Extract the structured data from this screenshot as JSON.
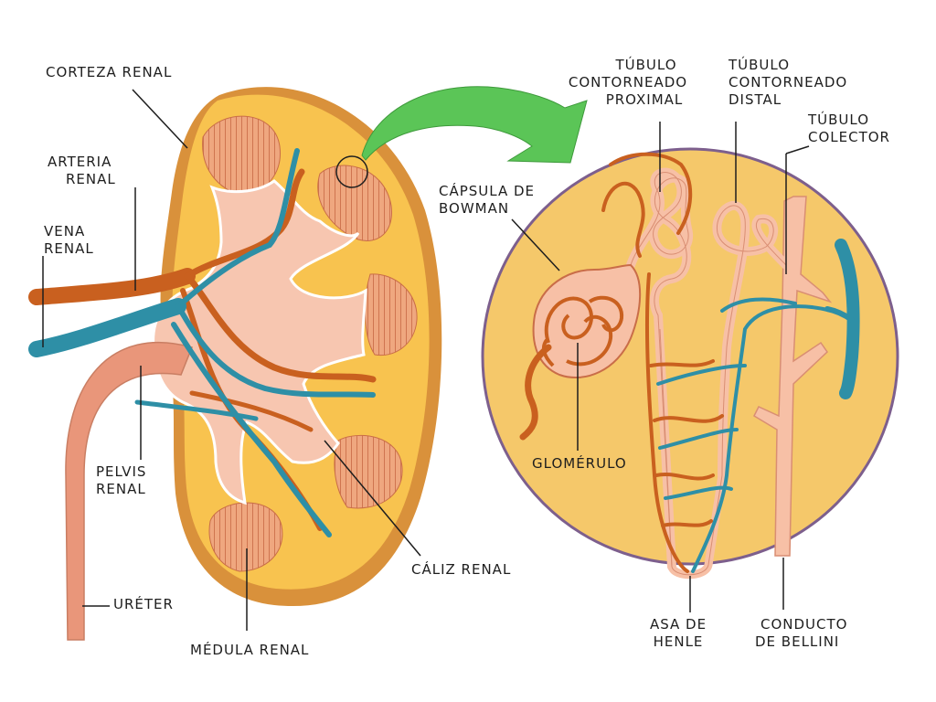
{
  "colors": {
    "cortex": "#f8c34f",
    "kidney_edge": "#d9913b",
    "pelvis": "#f7c6b0",
    "artery": "#c9601f",
    "vein": "#2e8fa6",
    "ureter": "#e9967a",
    "arrow": "#5bc557",
    "nephron_circle": "#f5c86a",
    "tubule": "#f7c0a6"
  },
  "labels": {
    "corteza_renal": "CORTEZA RENAL",
    "arteria_renal": [
      "ARTERIA",
      "RENAL"
    ],
    "vena_renal": [
      "VENA",
      "RENAL"
    ],
    "pelvis_renal": [
      "PELVIS",
      "RENAL"
    ],
    "ureter": "URÉTER",
    "medula_renal": "MÉDULA RENAL",
    "caliz_renal": "CÁLIZ RENAL",
    "tubulo_proximal": [
      "TÚBULO",
      "CONTORNEADO",
      "PROXIMAL"
    ],
    "tubulo_distal": [
      "TÚBULO",
      "CONTORNEADO",
      "DISTAL"
    ],
    "tubulo_colector": [
      "TÚBULO",
      "COLECTOR"
    ],
    "capsula_bowman": [
      "CÁPSULA DE",
      "BOWMAN"
    ],
    "glomerulo": "GLOMÉRULO",
    "asa_henle": [
      "ASA DE",
      "HENLE"
    ],
    "conducto_bellini": [
      "CONDUCTO",
      "DE BELLINI"
    ]
  }
}
